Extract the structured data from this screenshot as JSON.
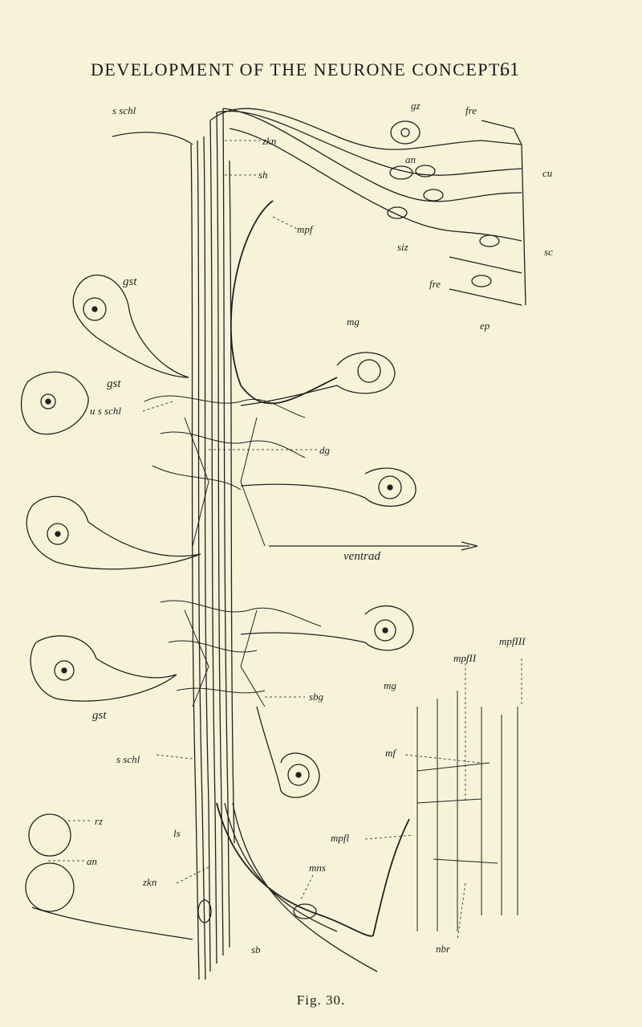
{
  "header": {
    "running_title": "DEVELOPMENT OF THE NEURONE CONCEPT.",
    "page_number": "61"
  },
  "figure": {
    "labels": {
      "s_schl_top": "s schl",
      "zkn_top": "zkn",
      "sh": "sh",
      "mpf": "mpf",
      "gz": "gz",
      "fre_top": "fre",
      "an_top": "an",
      "cu": "cu",
      "siz": "siz",
      "sc": "sc",
      "fre_mid": "fre",
      "ep": "ep",
      "gst_1": "gst",
      "gst_2": "gst",
      "u_s_schl": "u s schl",
      "mg_top": "mg",
      "dg": "dg",
      "ventrad": "ventrad",
      "mpfIII": "mpfIII",
      "mpfII": "mpfII",
      "mg_bottom": "mg",
      "sbg": "sbg",
      "gst_3": "gst",
      "mf": "mf",
      "s_schl_bottom": "s schl",
      "rz": "rz",
      "an_bottom": "an",
      "ls": "ls",
      "mpfl": "mpfl",
      "mns": "mns",
      "zkn_bottom": "zkn",
      "sb": "sb",
      "nbr": "nbr"
    }
  },
  "caption": "Fig. 30."
}
